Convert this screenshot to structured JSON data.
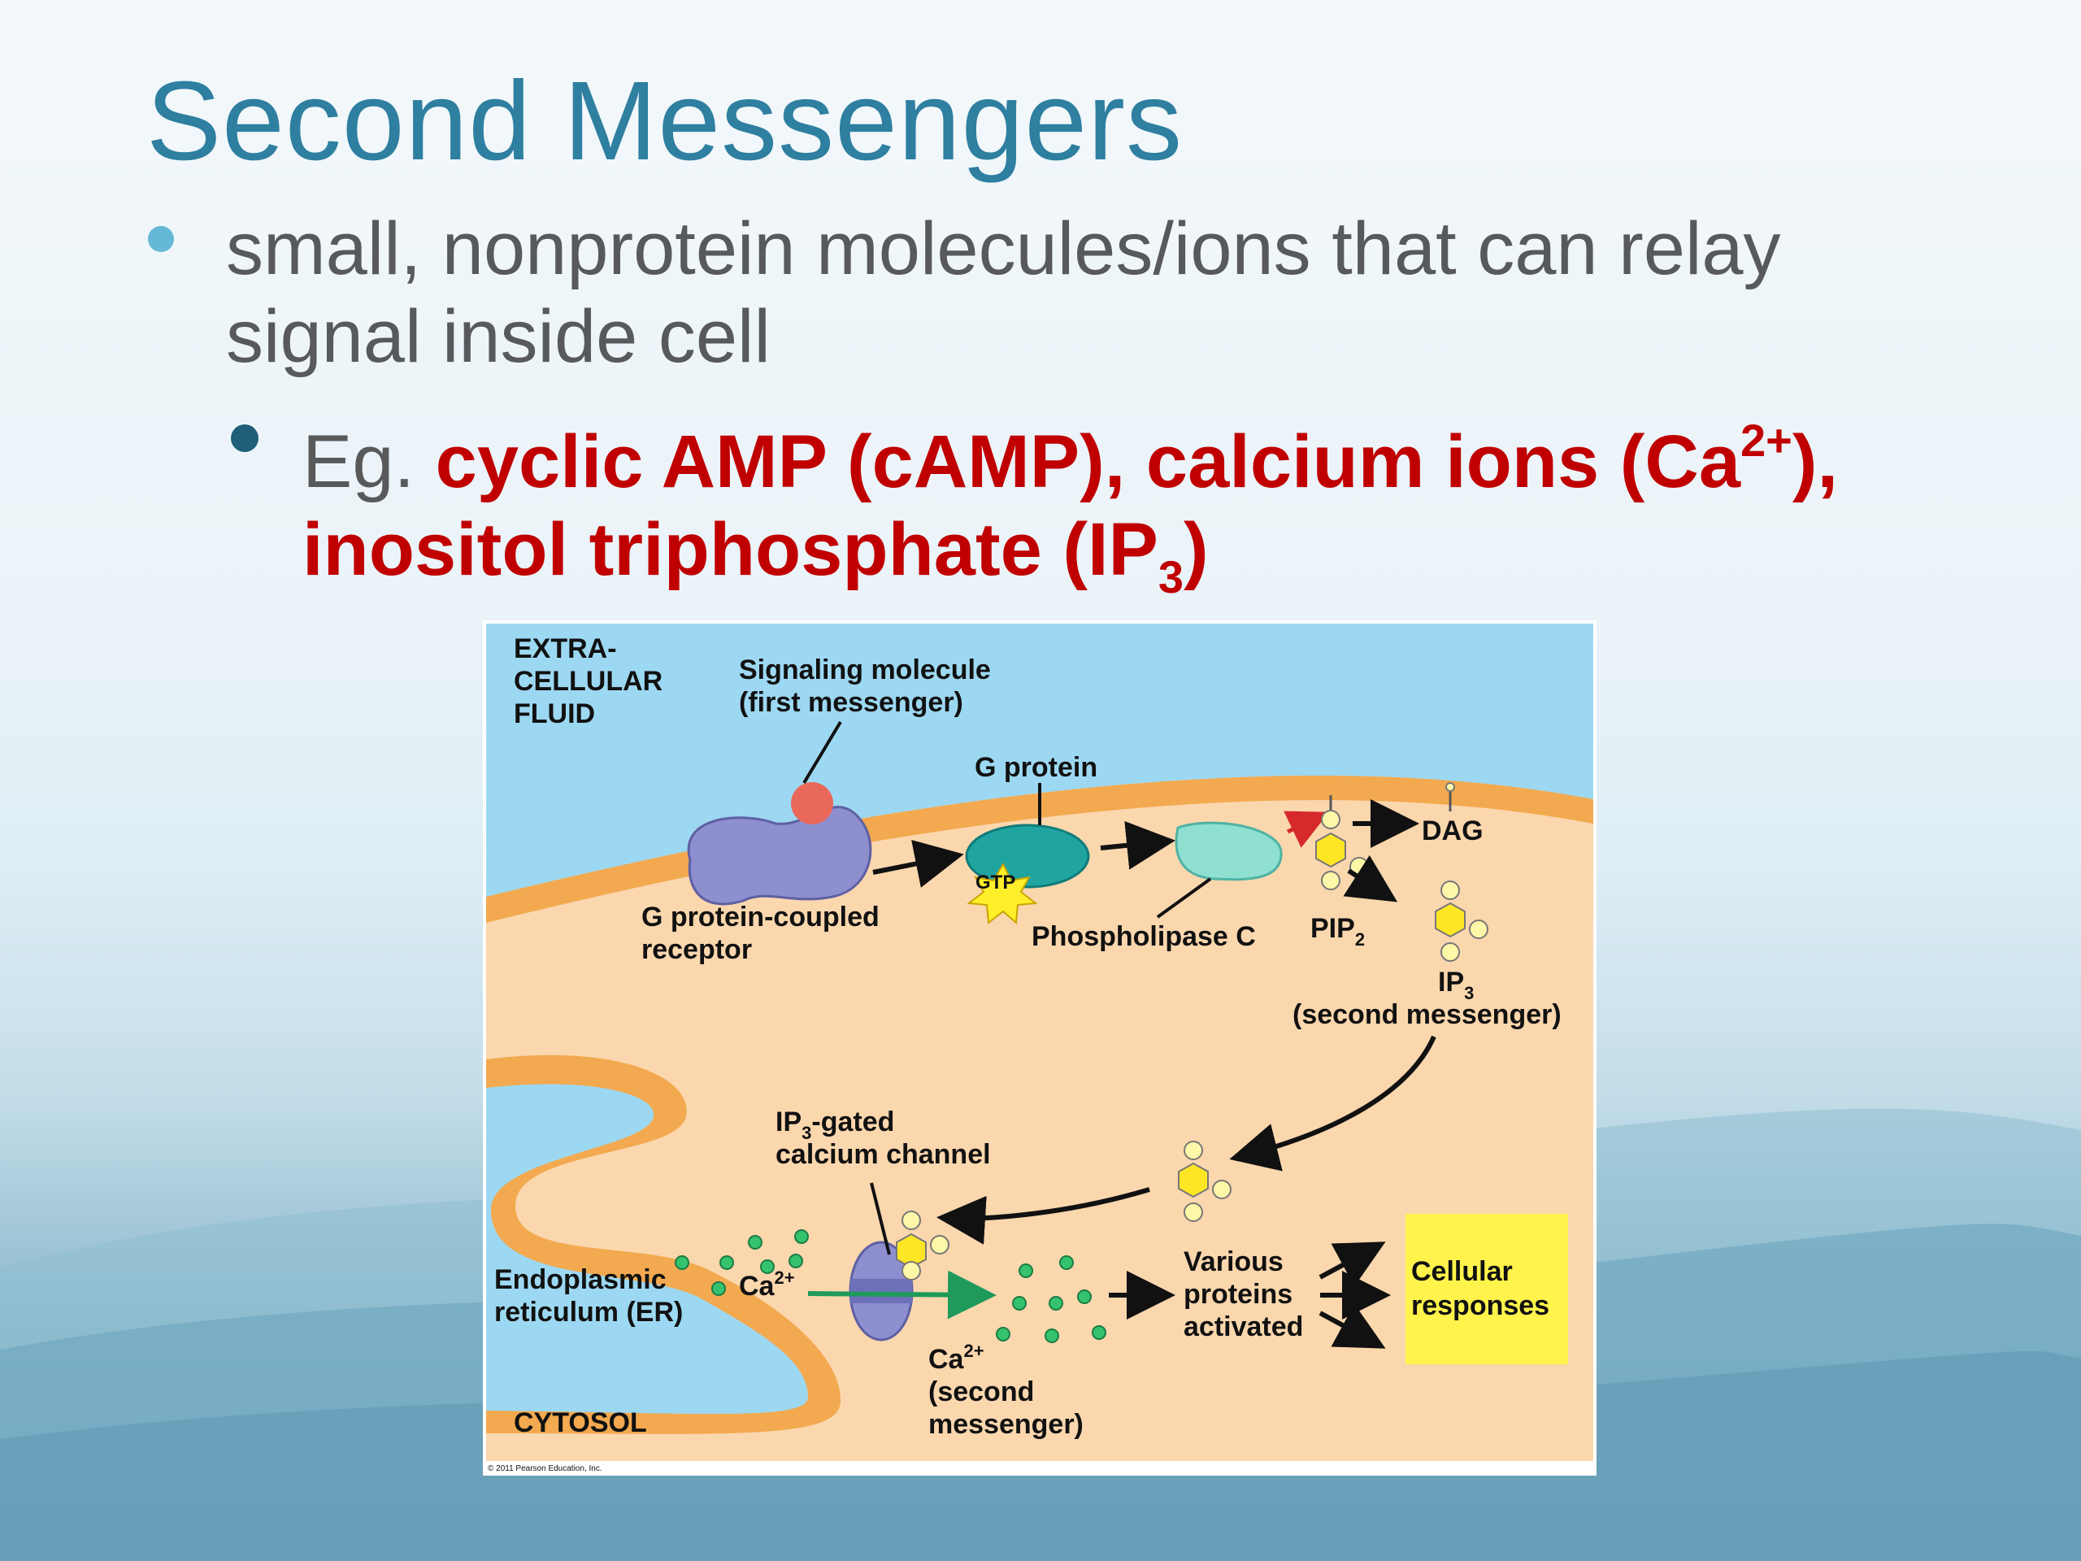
{
  "slide": {
    "title": "Second Messengers",
    "bullet1": "small, nonprotein molecules/ions that can relay signal inside cell",
    "bullet2": {
      "lead": "Eg. ",
      "emph_a": "cyclic AMP (cAMP), calcium ions (Ca",
      "emph_a_sup": "2+",
      "emph_b": "), inositol triphosphate (IP",
      "emph_b_sub": "3",
      "emph_c": ")"
    }
  },
  "diagram": {
    "extracellular": [
      "EXTRA-",
      "CELLULAR",
      "FLUID"
    ],
    "signaling": [
      "Signaling molecule",
      "(first messenger)"
    ],
    "g_protein": "G protein",
    "gtp": "GTP",
    "dag": "DAG",
    "gpcr": [
      "G protein-coupled",
      "receptor"
    ],
    "phospholipase": "Phospholipase C",
    "pip": "PIP",
    "pip_sub": "2",
    "ip": "IP",
    "ip_sub": "3",
    "second_messenger": "(second messenger)",
    "channel_a": "IP",
    "channel_sub": "3",
    "channel_b": "-gated",
    "channel_c": "calcium channel",
    "er": [
      "Endoplasmic",
      "reticulum (ER)"
    ],
    "ca": "Ca",
    "ca_sup": "2+",
    "ca_second": [
      "(second",
      "messenger)"
    ],
    "various": [
      "Various",
      "proteins",
      "activated"
    ],
    "cellular": [
      "Cellular",
      "responses"
    ],
    "cytosol": "CYTOSOL",
    "copyright": "© 2011 Pearson Education, Inc."
  }
}
